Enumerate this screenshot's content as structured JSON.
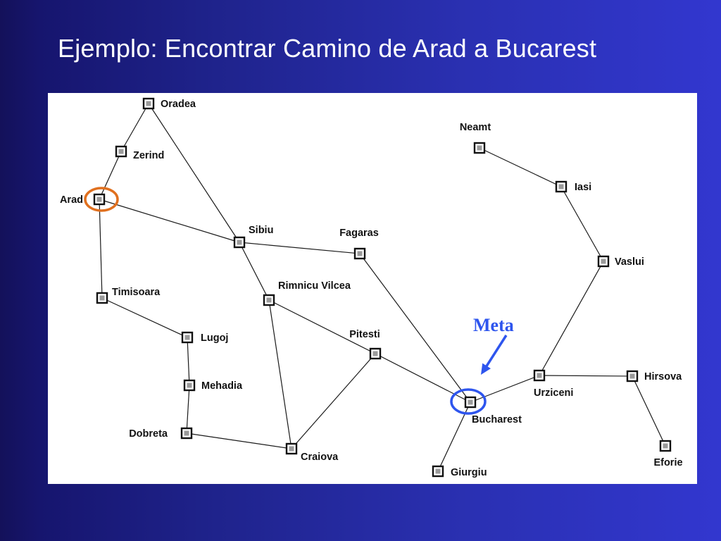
{
  "title": "Ejemplo: Encontrar Camino de Arad a Bucarest",
  "map": {
    "start_city": "Arad",
    "goal_city": "Bucharest",
    "goal_label": "Meta",
    "start_marker_color": "#e0701f",
    "goal_marker_color": "#2e55ee",
    "cities": [
      {
        "id": "oradea",
        "name": "Oradea"
      },
      {
        "id": "zerind",
        "name": "Zerind"
      },
      {
        "id": "arad",
        "name": "Arad"
      },
      {
        "id": "sibiu",
        "name": "Sibiu"
      },
      {
        "id": "fagaras",
        "name": "Fagaras"
      },
      {
        "id": "timisoara",
        "name": "Timisoara"
      },
      {
        "id": "rimnicu",
        "name": "Rimnicu Vilcea"
      },
      {
        "id": "lugoj",
        "name": "Lugoj"
      },
      {
        "id": "mehadia",
        "name": "Mehadia"
      },
      {
        "id": "dobreta",
        "name": "Dobreta"
      },
      {
        "id": "craiova",
        "name": "Craiova"
      },
      {
        "id": "pitesti",
        "name": "Pitesti"
      },
      {
        "id": "bucharest",
        "name": "Bucharest"
      },
      {
        "id": "giurgiu",
        "name": "Giurgiu"
      },
      {
        "id": "urziceni",
        "name": "Urziceni"
      },
      {
        "id": "hirsova",
        "name": "Hirsova"
      },
      {
        "id": "eforie",
        "name": "Eforie"
      },
      {
        "id": "vaslui",
        "name": "Vaslui"
      },
      {
        "id": "iasi",
        "name": "Iasi"
      },
      {
        "id": "neamt",
        "name": "Neamt"
      }
    ],
    "roads": [
      [
        "oradea",
        "zerind"
      ],
      [
        "zerind",
        "arad"
      ],
      [
        "oradea",
        "sibiu"
      ],
      [
        "arad",
        "sibiu"
      ],
      [
        "arad",
        "timisoara"
      ],
      [
        "sibiu",
        "fagaras"
      ],
      [
        "sibiu",
        "rimnicu"
      ],
      [
        "timisoara",
        "lugoj"
      ],
      [
        "lugoj",
        "mehadia"
      ],
      [
        "mehadia",
        "dobreta"
      ],
      [
        "dobreta",
        "craiova"
      ],
      [
        "rimnicu",
        "craiova"
      ],
      [
        "rimnicu",
        "pitesti"
      ],
      [
        "craiova",
        "pitesti"
      ],
      [
        "pitesti",
        "bucharest"
      ],
      [
        "fagaras",
        "bucharest"
      ],
      [
        "bucharest",
        "giurgiu"
      ],
      [
        "bucharest",
        "urziceni"
      ],
      [
        "urziceni",
        "hirsova"
      ],
      [
        "hirsova",
        "eforie"
      ],
      [
        "urziceni",
        "vaslui"
      ],
      [
        "vaslui",
        "iasi"
      ],
      [
        "iasi",
        "neamt"
      ]
    ]
  }
}
